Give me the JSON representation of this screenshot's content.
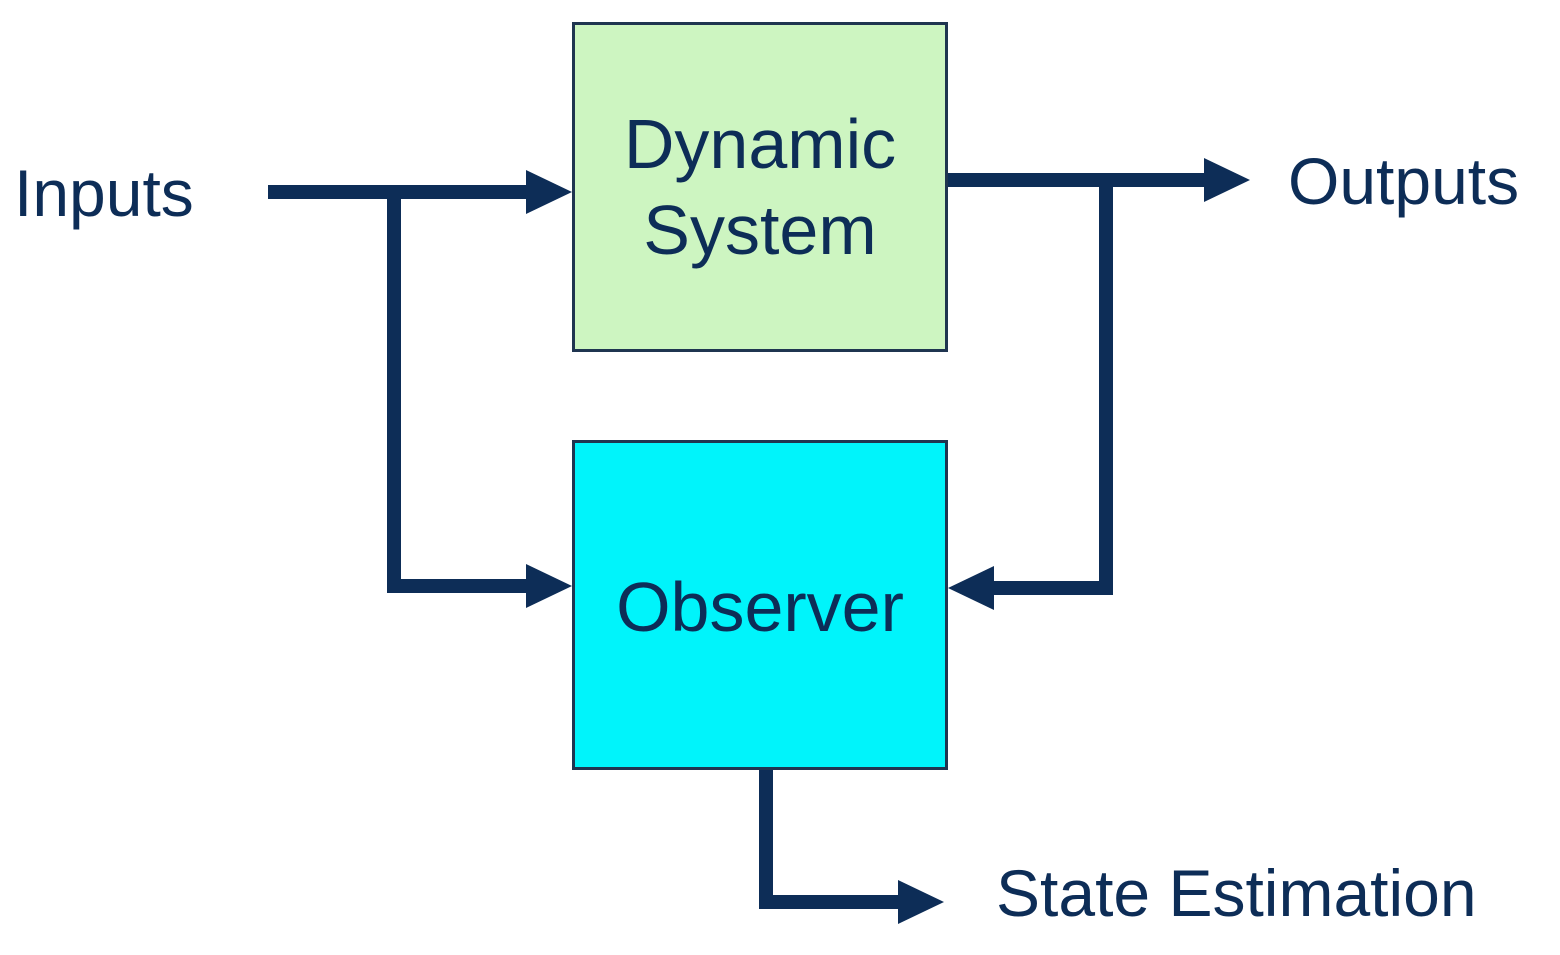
{
  "colors": {
    "background": "#ffffff",
    "arrow": "#0d2d57",
    "text": "#0d2d57",
    "border": "#1f3550",
    "dynamic_system_fill": "#cdf5c1",
    "observer_fill": "#00f4fb"
  },
  "blocks": {
    "dynamic_system": {
      "line1": "Dynamic",
      "line2": "System"
    },
    "observer": {
      "label": "Observer"
    }
  },
  "labels": {
    "inputs": "Inputs",
    "outputs": "Outputs",
    "state_estimation": "State Estimation"
  }
}
